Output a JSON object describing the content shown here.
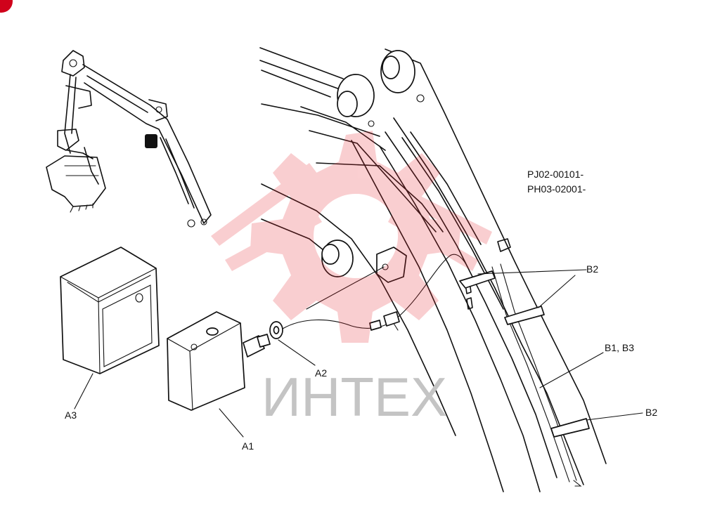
{
  "serial_ranges": [
    "PJ02-00101-",
    "PH03-02001-"
  ],
  "callouts": {
    "a1": "A1",
    "a2": "A2",
    "a3": "A3",
    "b2_top": "B2",
    "b1_b3": "B1, B3",
    "b2_bottom": "B2"
  },
  "watermark": {
    "text": "ИНТЕХ",
    "color": "#e8262c"
  },
  "colors": {
    "line": "#111111",
    "corner_badge": "#d0021b",
    "highlight_part": "#111111"
  }
}
